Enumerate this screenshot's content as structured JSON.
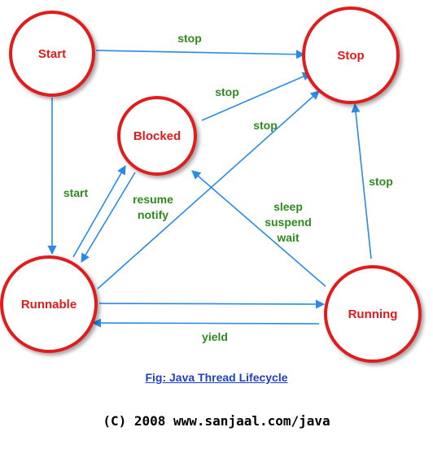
{
  "states": {
    "start": "Start",
    "stop": "Stop",
    "blocked": "Blocked",
    "runnable": "Runnable",
    "running": "Running"
  },
  "edges": {
    "start_stop": "stop",
    "blocked_stop": "stop",
    "runnable_stop": "stop",
    "running_stop": "stop",
    "start_runnable": "start",
    "blocked_runnable": [
      "resume",
      "notify"
    ],
    "running_blocked": [
      "sleep",
      "suspend",
      "wait"
    ],
    "running_runnable": "yield"
  },
  "caption": "Fig: Java Thread Lifecycle",
  "footer": "(C) 2008 www.sanjaal.com/java",
  "colors": {
    "state_stroke": "#e01b1b",
    "state_text": "#e01b1b",
    "arrow": "#2a8ae8",
    "edge_label": "#2f8a1f",
    "caption": "#1f3fc8"
  }
}
